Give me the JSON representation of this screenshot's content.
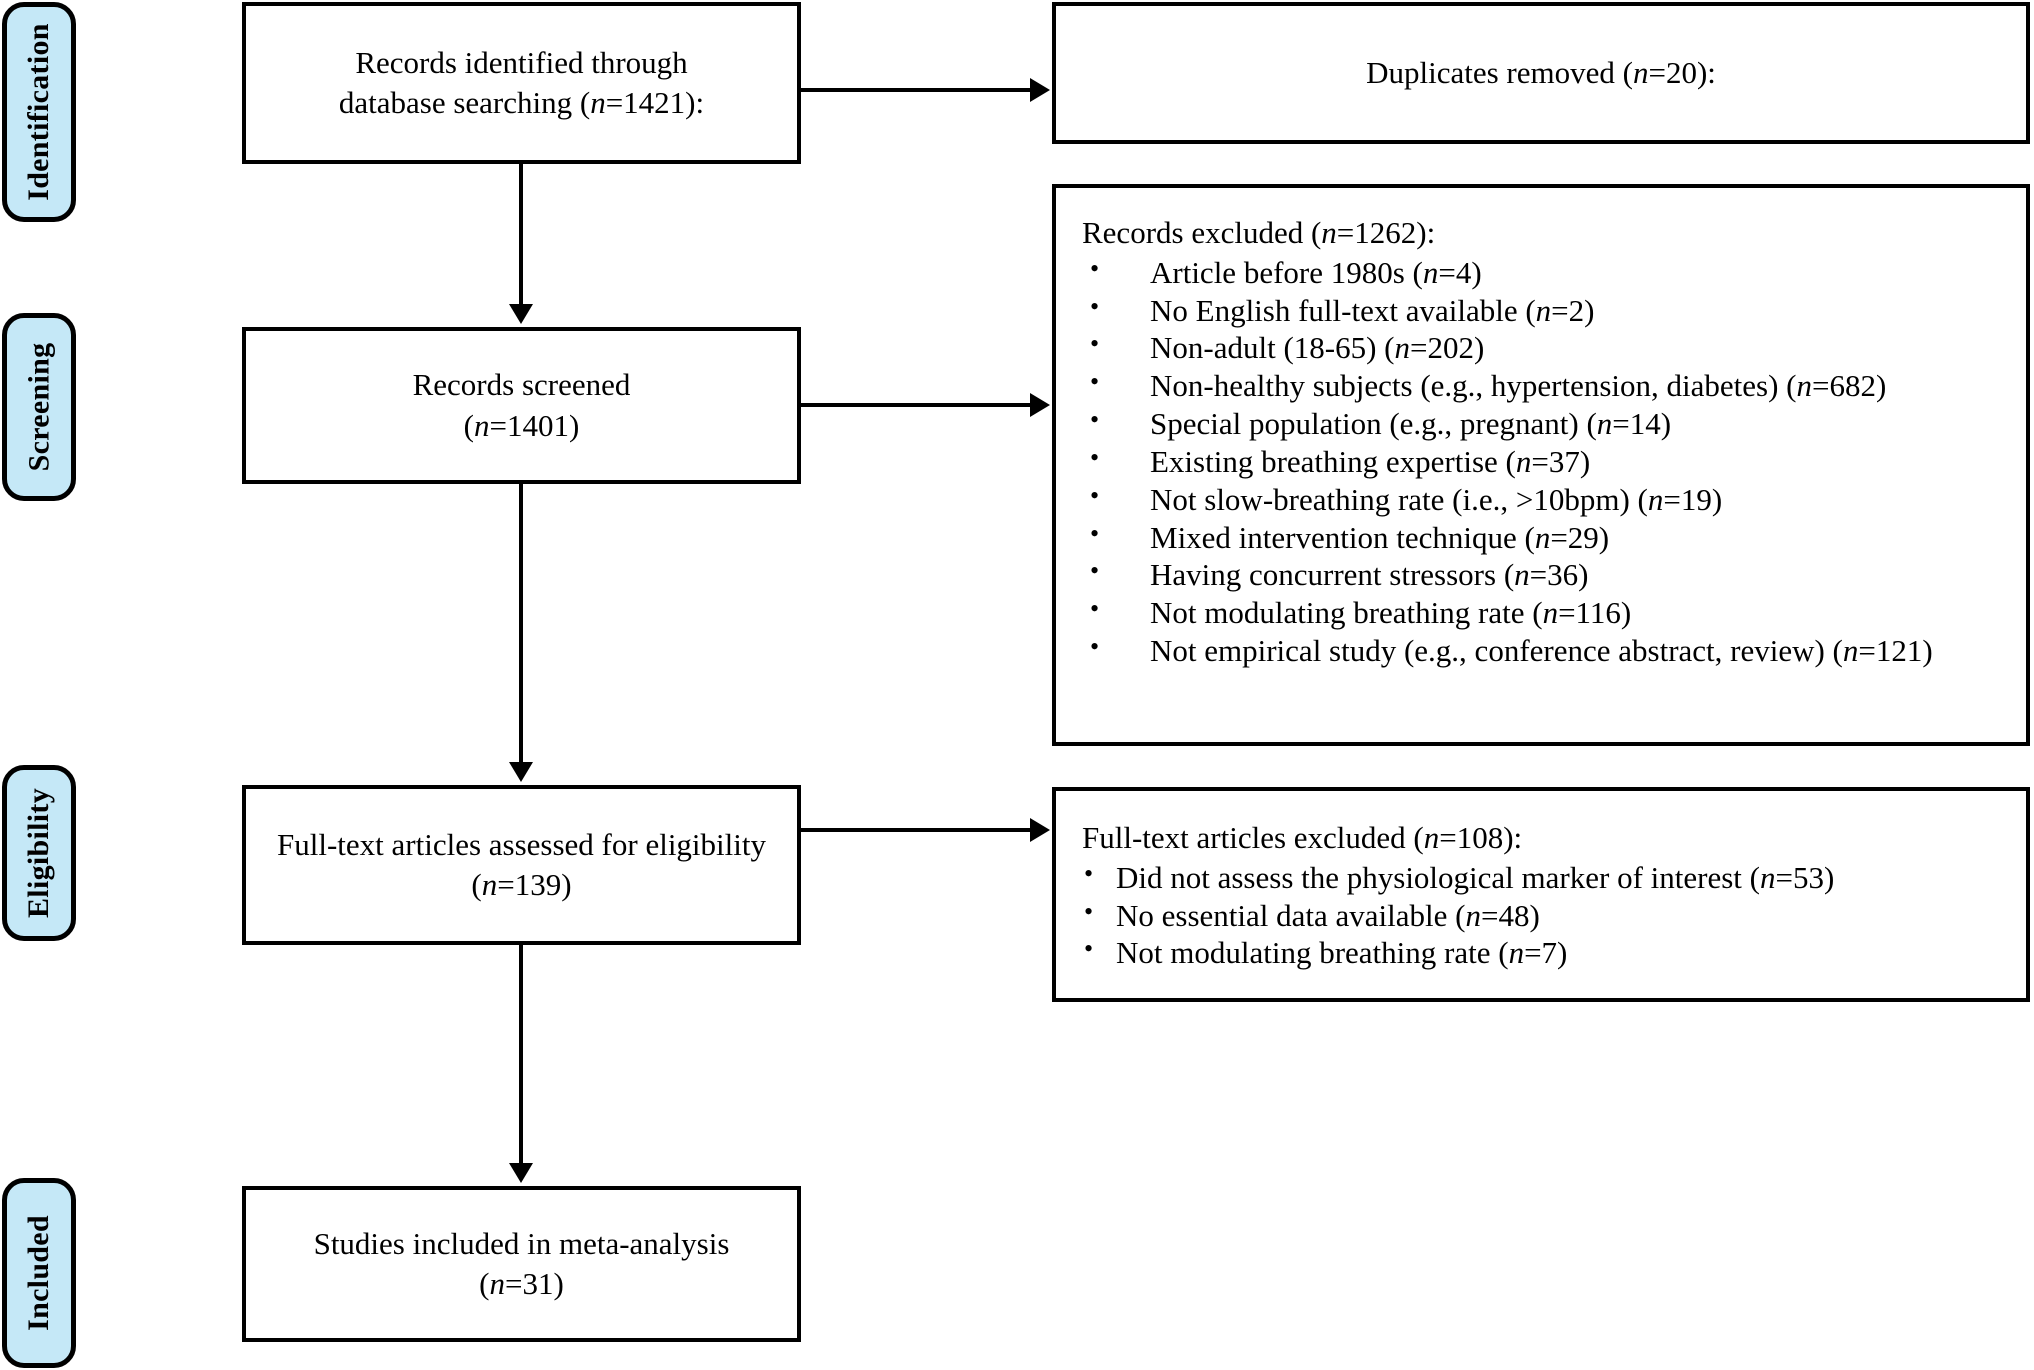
{
  "diagram": {
    "type": "prisma-flow-diagram",
    "stages": [
      {
        "key": "identification",
        "label": "Identification"
      },
      {
        "key": "screening",
        "label": "Screening"
      },
      {
        "key": "eligibility",
        "label": "Eligibility"
      },
      {
        "key": "included",
        "label": "Included"
      }
    ],
    "colors": {
      "chip_fill": "#c5e8f7",
      "chip_border": "#000000",
      "box_border": "#000000",
      "box_fill": "#ffffff",
      "text": "#000000"
    },
    "boxes": {
      "identified": {
        "line1": "Records identified through",
        "line2_pre": "database searching (",
        "line2_var": "n",
        "line2_post": "=1421):"
      },
      "duplicates": {
        "pre": "Duplicates removed (",
        "var": "n",
        "post": "=20):"
      },
      "screened": {
        "line1": "Records screened",
        "line2_pre": "(",
        "line2_var": "n",
        "line2_post": "=1401)"
      },
      "records_excluded": {
        "head_pre": "Records excluded (",
        "head_var": "n",
        "head_post": "=1262):",
        "items": [
          {
            "text_pre": "Article before 1980s (",
            "var": "n",
            "text_post": "=4)"
          },
          {
            "text_pre": "No English full-text available (",
            "var": "n",
            "text_post": "=2)"
          },
          {
            "text_pre": "Non-adult (18-65) (",
            "var": "n",
            "text_post": "=202)"
          },
          {
            "text_pre": "Non-healthy subjects (e.g., hypertension, diabetes) (",
            "var": "n",
            "text_post": "=682)"
          },
          {
            "text_pre": "Special population (e.g., pregnant) (",
            "var": "n",
            "text_post": "=14)"
          },
          {
            "text_pre": "Existing breathing expertise (",
            "var": "n",
            "text_post": "=37)"
          },
          {
            "text_pre": "Not slow-breathing rate (i.e., >10bpm) (",
            "var": "n",
            "text_post": "=19)"
          },
          {
            "text_pre": "Mixed intervention technique (",
            "var": "n",
            "text_post": "=29)"
          },
          {
            "text_pre": "Having concurrent stressors (",
            "var": "n",
            "text_post": "=36)"
          },
          {
            "text_pre": "Not modulating breathing rate (",
            "var": "n",
            "text_post": "=116)"
          },
          {
            "text_pre": "Not empirical study (e.g., conference abstract, review) (",
            "var": "n",
            "text_post": "=121)"
          }
        ]
      },
      "fulltext_assessed": {
        "line1": "Full-text articles assessed for eligibility",
        "line2_pre": "(",
        "line2_var": "n",
        "line2_post": "=139)"
      },
      "fulltext_excluded": {
        "head_pre": "Full-text articles excluded (",
        "head_var": "n",
        "head_post": "=108):",
        "items": [
          {
            "text_pre": "Did not assess the physiological marker of interest (",
            "var": "n",
            "text_post": "=53)"
          },
          {
            "text_pre": "No essential data available (",
            "var": "n",
            "text_post": "=48)"
          },
          {
            "text_pre": "Not modulating breathing rate (",
            "var": "n",
            "text_post": "=7)"
          }
        ]
      },
      "included_studies": {
        "line1": "Studies included in meta-analysis",
        "line2_pre": "(",
        "line2_var": "n",
        "line2_post": "=31)"
      }
    },
    "counts": {
      "identified": 1421,
      "duplicates_removed": 20,
      "screened": 1401,
      "records_excluded": 1262,
      "fulltext_assessed": 139,
      "fulltext_excluded": 108,
      "included": 31
    }
  }
}
